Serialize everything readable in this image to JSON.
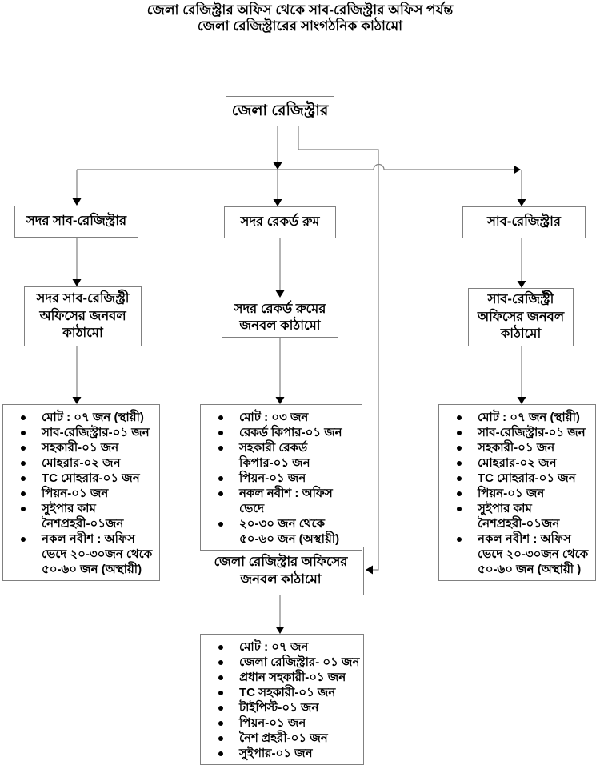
{
  "title": {
    "line1": "জেলা রেজিস্ট্রার অফিস থেকে সাব-রেজিস্ট্রার অফিস পর্যন্ত",
    "line2": "জেলা রেজিস্ট্রারের সাংগঠনিক কাঠামো"
  },
  "nodes": {
    "root": {
      "label": "জেলা রেজিস্ট্রার"
    },
    "sadar_sub_registrar": {
      "label": "সদর সাব-রেজিস্ট্রার"
    },
    "sadar_record_room": {
      "label": "সদর রেকর্ড রুম"
    },
    "sub_registrar": {
      "label": "সাব-রেজিস্ট্রার"
    },
    "sadar_sub_registry_staff": {
      "label": "সদর সাব-রেজিস্ট্রী অফিসের জনবল কাঠামো"
    },
    "sadar_record_room_staff": {
      "label": "সদর রেকর্ড রুমের জনবল কাঠামো"
    },
    "sub_registry_staff": {
      "label": "সাব-রেজিস্ট্রী অফিসের জনবল কাঠামো"
    },
    "district_registrar_office_staff": {
      "label": "জেলা রেজিস্ট্রার অফিসের জনবল কাঠামো"
    }
  },
  "lists": {
    "left": {
      "items": [
        "মোট : ০৭ জন (স্থায়ী)",
        "সাব-রেজিস্ট্রার-০১ জন",
        "সহকারী-০১ জন",
        "মোহরার-০২ জন",
        "TC মোহরার-০১ জন",
        "পিয়ন-০১ জন",
        "সুইপার কাম নৈশপ্রহরী-০১জন",
        "নকল নবীশ : অফিস ভেদে ২০-৩০জন থেকে ৫০-৬০ জন (অস্থায়ী)"
      ]
    },
    "middle": {
      "items": [
        "মোট : ০৩ জন",
        "রেকর্ড কিপার-০১ জন",
        "সহকারী রেকর্ড কিপার-০১ জন",
        "পিয়ন-০১ জন",
        "নকল নবীশ : অফিস ভেদে",
        "২০-৩০ জন থেকে ৫০-৬০ জন (অস্থায়ী)"
      ]
    },
    "right": {
      "items": [
        "মোট : ০৭ জন (স্থায়ী)",
        "সাব-রেজিস্ট্রার-০১ জন",
        "সহকারী-০১ জন",
        "মোহরার-০২ জন",
        "TC মোহরার-০১ জন",
        "পিয়ন-০১ জন",
        "সুইপার কাম নৈশপ্রহরী-০১জন",
        "নকল নবীশ : অফিস ভেদে ২০-৩০জন থেকে ৫০-৬০ জন (অস্থায়ী )"
      ]
    },
    "bottom": {
      "items": [
        "মোট : ০৭ জন",
        "জেলা রেজিস্ট্রার- ০১ জন",
        "প্রধান সহকারী-০১ জন",
        "TC সহকারী-০১ জন",
        "টাইপিস্ট-০১ জন",
        "পিয়ন-০১ জন",
        "নৈশ প্রহরী-০১ জন",
        "সুইপার-০১ জন"
      ]
    }
  },
  "colors": {
    "line": "#808080",
    "box_border": "#808080",
    "arrowhead": "#000000",
    "text": "#000000",
    "background": "#ffffff"
  }
}
